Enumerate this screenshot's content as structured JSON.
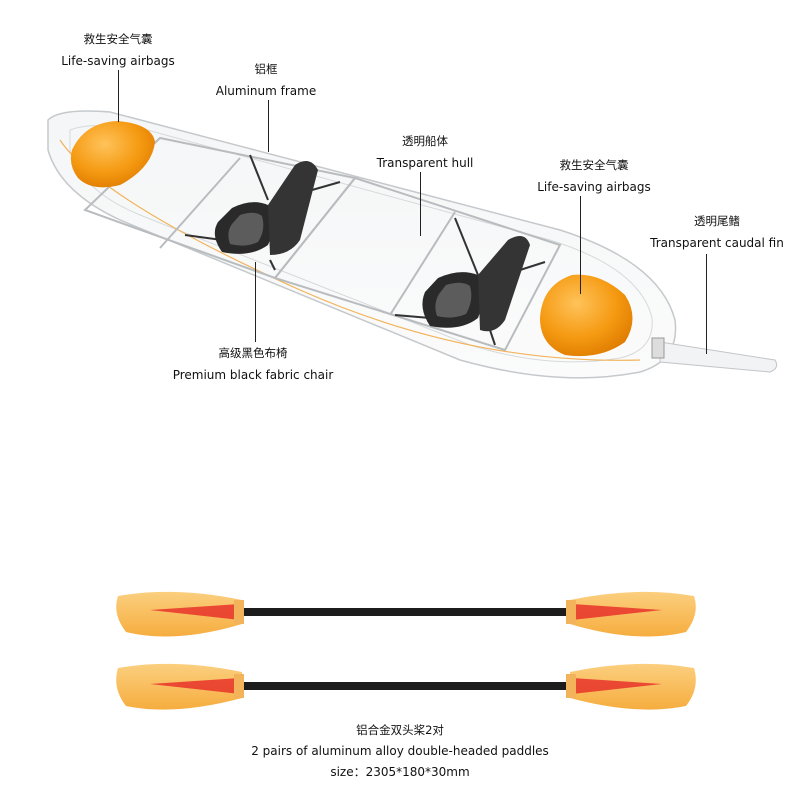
{
  "callouts": {
    "airbag_left": {
      "zh": "救生安全气囊",
      "en": "Life-saving airbags"
    },
    "frame": {
      "zh": "铝框",
      "en": "Aluminum frame"
    },
    "hull": {
      "zh": "透明船体",
      "en": "Transparent hull"
    },
    "airbag_right": {
      "zh": "救生安全气囊",
      "en": "Life-saving airbags"
    },
    "fin": {
      "zh": "透明尾鳍",
      "en": "Transparent caudal fin"
    },
    "chair": {
      "zh": "高级黑色布椅",
      "en": "Premium black fabric chair"
    }
  },
  "paddles": {
    "zh": "铝合金双头桨2对",
    "en": "2 pairs of aluminum alloy double-headed paddles",
    "size": "size：2305*180*30mm"
  },
  "colors": {
    "airbag": "#f59a12",
    "paddle_blade": "#f8b94e",
    "paddle_stripe": "#e8322a",
    "shaft": "#1c1c1c",
    "seat": "#2a2a2a",
    "hull_outline": "#bfc3c6"
  }
}
